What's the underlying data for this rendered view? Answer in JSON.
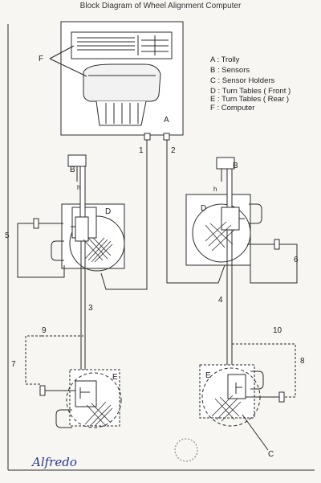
{
  "title": "Block Diagram of Wheel Alignment Computer",
  "legend": [
    {
      "key": "A",
      "text": "Trolly"
    },
    {
      "key": "B",
      "text": "Sensors"
    },
    {
      "key": "C",
      "text": "Sensor Holders"
    },
    {
      "key": "D",
      "text": "Turn Tables ( Front )"
    },
    {
      "key": "E",
      "text": "Turn Tables ( Rear )"
    },
    {
      "key": "F",
      "text": "Computer"
    }
  ],
  "labels": {
    "A": "A",
    "F": "F",
    "B_left": "B",
    "B_right": "B",
    "D_left": "D",
    "D_right": "D",
    "E_left": "E",
    "E_right": "E",
    "C": "C",
    "n1": "1",
    "n2": "2",
    "n3": "3",
    "n4": "4",
    "n5": "5",
    "n6": "6",
    "n7": "7",
    "n8": "8",
    "n9": "9",
    "n10": "10",
    "h_left": "h",
    "h_right": "h"
  },
  "signature": "Alfredo"
}
